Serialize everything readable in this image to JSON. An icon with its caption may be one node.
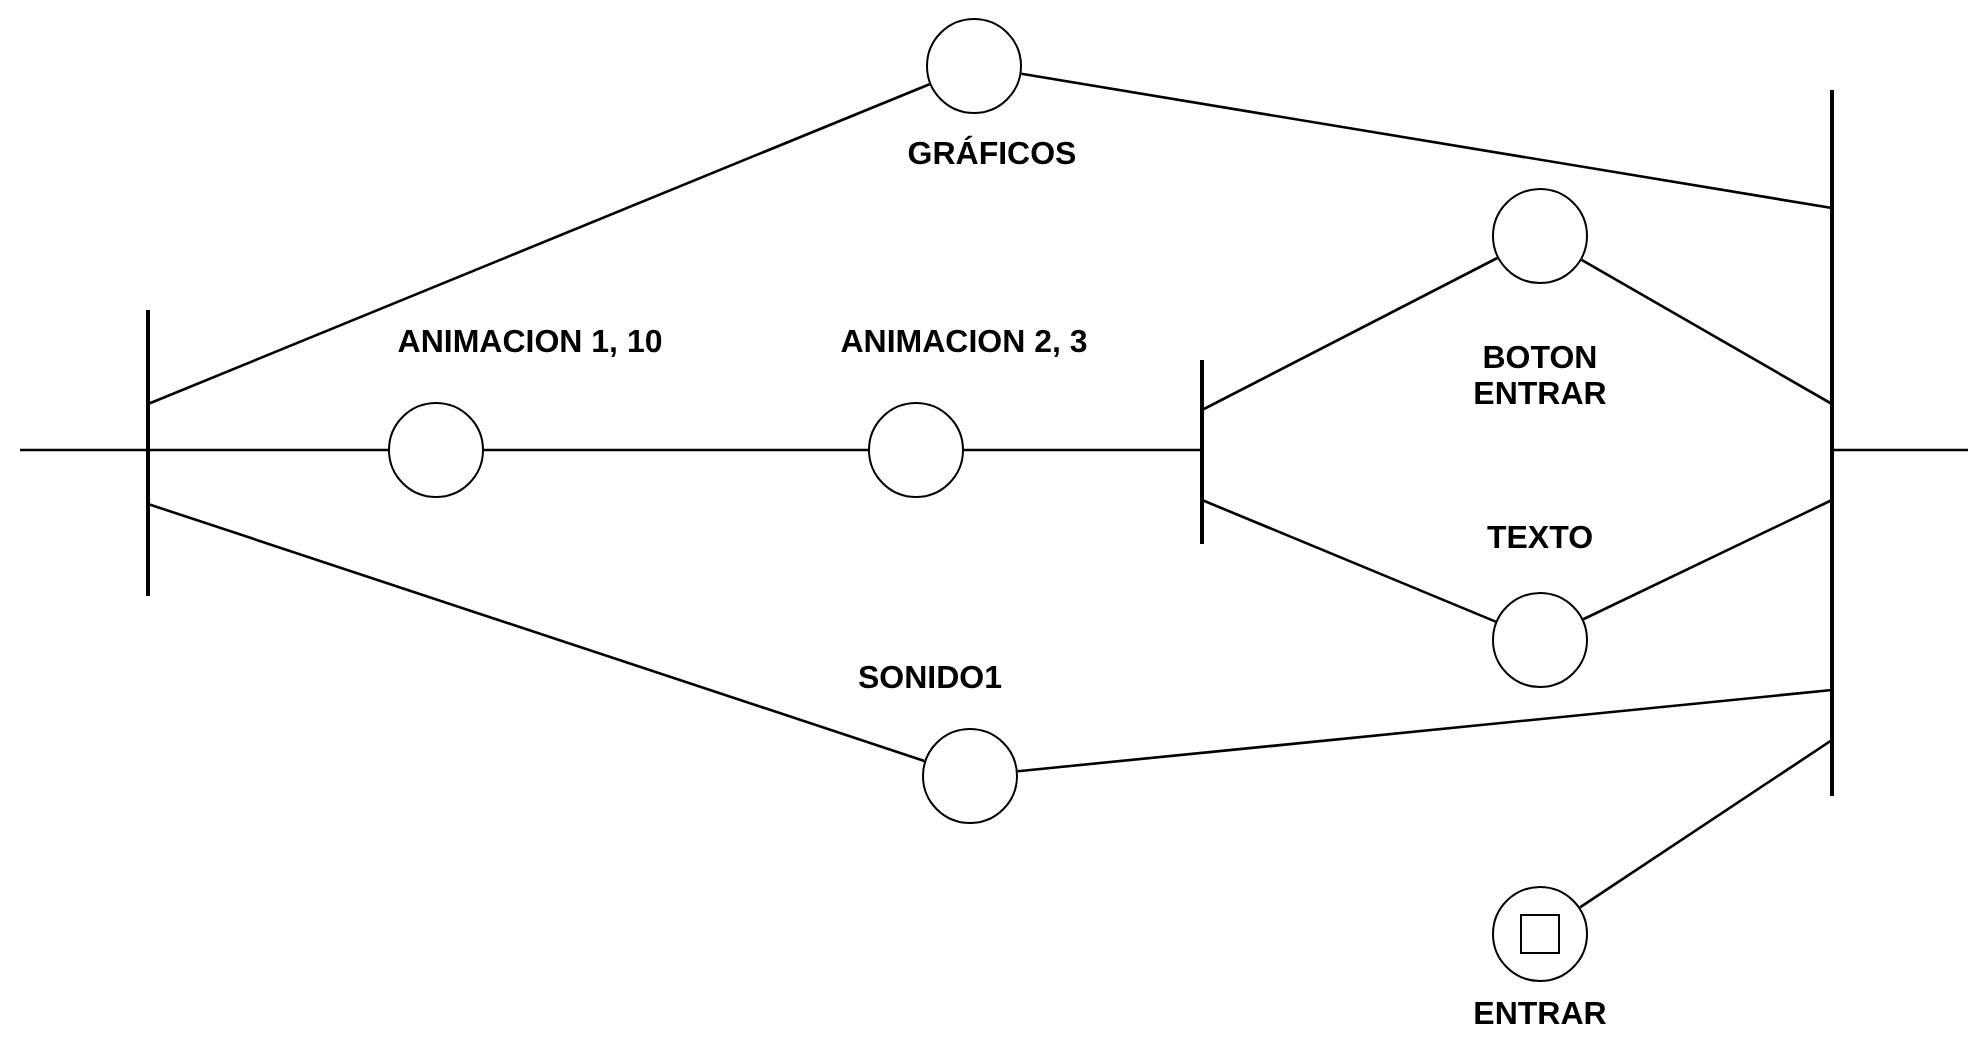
{
  "diagram": {
    "nodes": [
      {
        "text": [],
        "shape": "bar"
      },
      {
        "text": [
          "GRÁFICOS"
        ]
      },
      {
        "text": [
          "ANIMACION 1, 10"
        ]
      },
      {
        "text": [
          "ANIMACION 2, 3"
        ]
      },
      {
        "text": [],
        "shape": "bar"
      },
      {
        "text": [
          "BOTON ENTRAR"
        ]
      },
      {
        "text": [
          "TEXTO"
        ]
      },
      {
        "text": [
          "SONIDO1"
        ]
      },
      {
        "text": [],
        "shape": "bar"
      },
      {
        "text": [
          "ENTRAR"
        ]
      }
    ],
    "edges": [
      {
        "from": null,
        "to": 0,
        "arrow": "none"
      },
      {
        "from": 0,
        "to": 1,
        "arrow": "none"
      },
      {
        "from": 1,
        "to": 8,
        "arrow": "none"
      },
      {
        "from": 0,
        "to": 2,
        "arrow": "none"
      },
      {
        "from": 2,
        "to": 3,
        "arrow": "none"
      },
      {
        "from": 3,
        "to": 4,
        "arrow": "none"
      },
      {
        "from": 4,
        "to": 5,
        "arrow": "none"
      },
      {
        "from": 4,
        "to": 6,
        "arrow": "none"
      },
      {
        "from": 5,
        "to": 8,
        "arrow": "none"
      },
      {
        "from": 6,
        "to": 8,
        "arrow": "none"
      },
      {
        "from": 0,
        "to": 7,
        "arrow": "none"
      },
      {
        "from": 7,
        "to": 8,
        "arrow": "none"
      },
      {
        "from": 9,
        "to": 8,
        "arrow": "none"
      },
      {
        "from": 8,
        "to": null,
        "arrow": "none"
      }
    ]
  }
}
